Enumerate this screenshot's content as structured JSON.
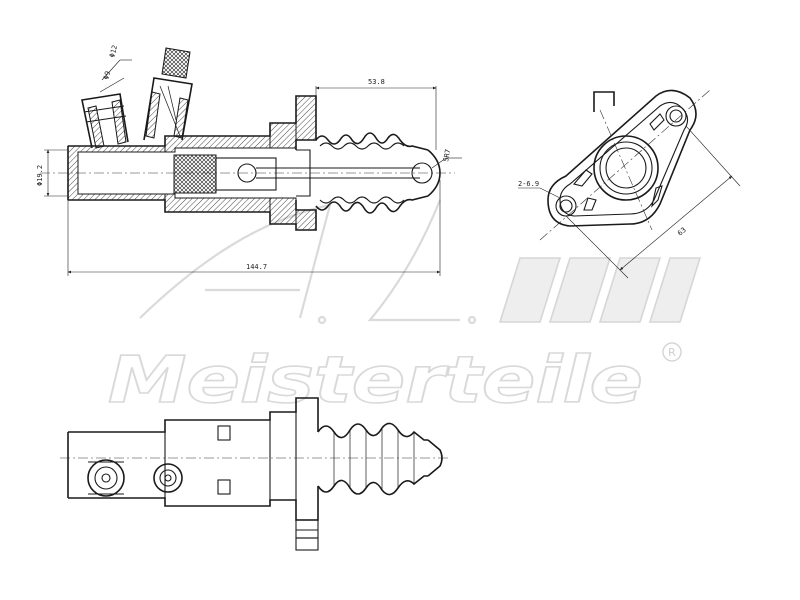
{
  "dimensions": {
    "dia_12": "Φ12",
    "dia_9": "Φ9",
    "dia_19_2": "Φ19.2",
    "len_53_8": "53.8",
    "sr7": "SR7",
    "len_144_7": "144.7",
    "holes_2x69": "2-6.9",
    "flange_63": "63"
  },
  "watermark": {
    "brand": "Meisterteile",
    "registered_mark": "R"
  },
  "colors": {
    "line": "#1a1a1a",
    "watermark": "#d9d9d9"
  }
}
